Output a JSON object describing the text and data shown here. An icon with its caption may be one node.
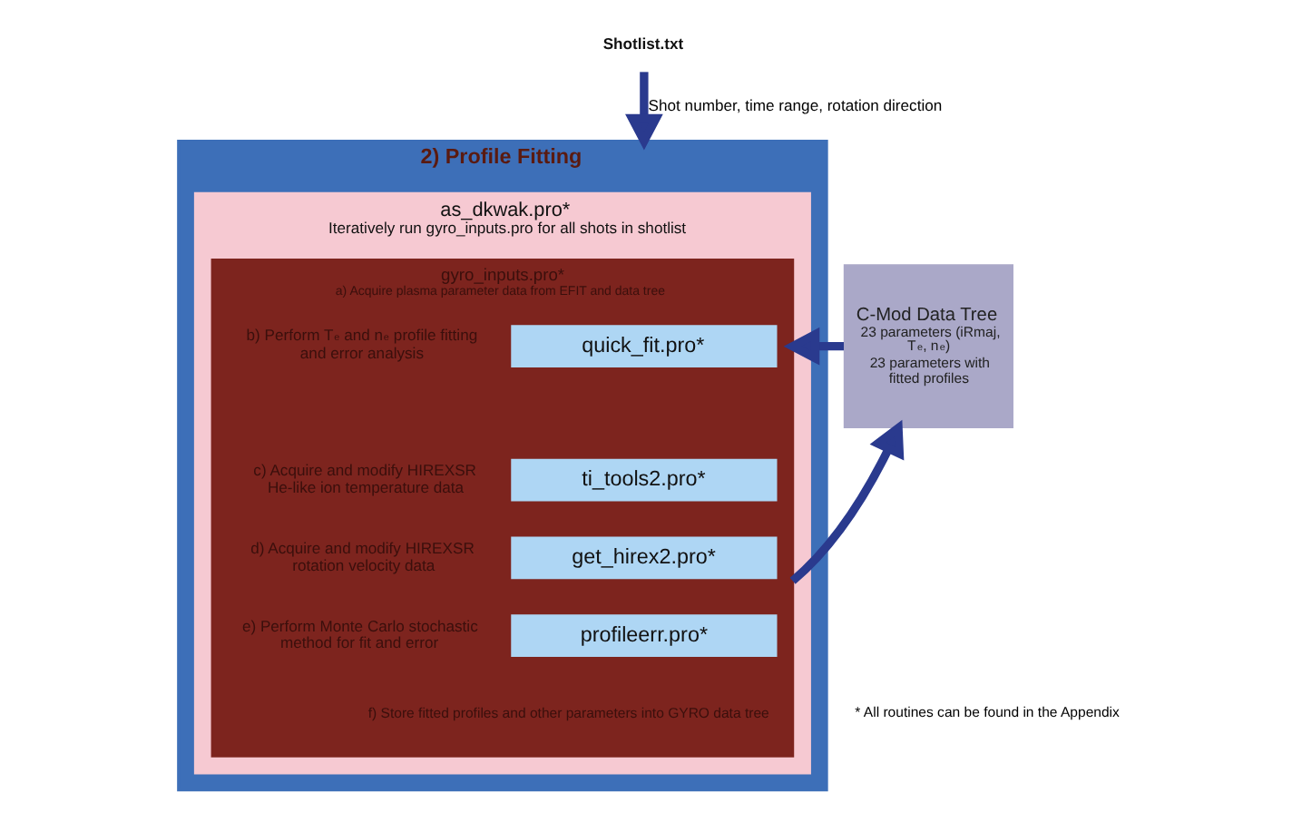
{
  "diagram": {
    "nodes": [
      {
        "text": [
          "Shotlist.txt"
        ]
      },
      {
        "text": [
          "2) Profile Fitting"
        ]
      },
      {
        "text": [
          "as_dkwak.pro*",
          "Iteratively run gyro_inputs.pro for all shots in shotlist"
        ],
        "in": 1
      },
      {
        "text": [
          "gyro_inputs.pro*",
          "a) Acquire plasma parameter data from EFIT and data tree",
          "f) Store fitted profiles and other parameters into GYRO data tree"
        ],
        "in": 2
      },
      {
        "text": [
          "quick_fit.pro*"
        ],
        "in": 3,
        "beside": [
          "b) Perform T$_{e}$ and n$_{e}$ profile fitting and error analysis"
        ]
      },
      {
        "text": [
          "ti_tools2.pro*"
        ],
        "in": 3,
        "beside": [
          "c) Acquire and modify HIREXSR He-like ion temperature data"
        ]
      },
      {
        "text": [
          "get_hirex2.pro*"
        ],
        "in": 3,
        "beside": [
          "d) Acquire and modify HIREXSR rotation velocity data"
        ]
      },
      {
        "text": [
          "profileerr.pro*"
        ],
        "in": 3,
        "beside": [
          "e) Perform Monte Carlo stochastic method for fit and error"
        ]
      },
      {
        "text": [
          "C-Mod Data Tree",
          "23 parameters (iRmaj, T$_{e}$, n$_{e}$)",
          "23 parameters with fitted profiles"
        ]
      }
    ],
    "edges": [
      {
        "from": 0,
        "to": 1,
        "arrow": "to",
        "label": "Shot number, time range, rotation direction"
      },
      {
        "from": 8,
        "to": 3,
        "arrow": "to"
      },
      {
        "from": 3,
        "to": 8,
        "arrow": "to"
      }
    ],
    "labels": [
      "* All routines can be found in the Appendix"
    ]
  }
}
